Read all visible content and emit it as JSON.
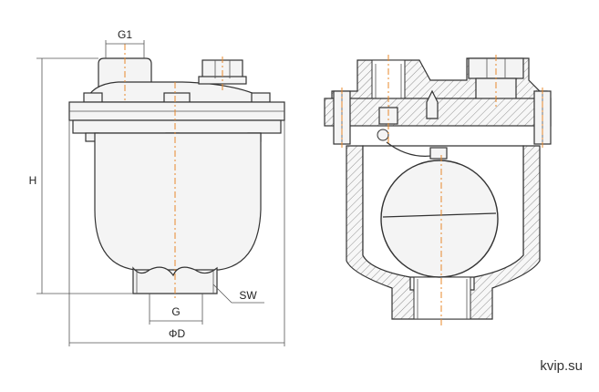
{
  "labels": {
    "g1": "G1",
    "h": "H",
    "g": "G",
    "sw": "SW",
    "od": "ΦD"
  },
  "watermark": "kvip.su",
  "colors": {
    "line": "#333333",
    "centerline": "#e8892b",
    "background": "#ffffff"
  }
}
